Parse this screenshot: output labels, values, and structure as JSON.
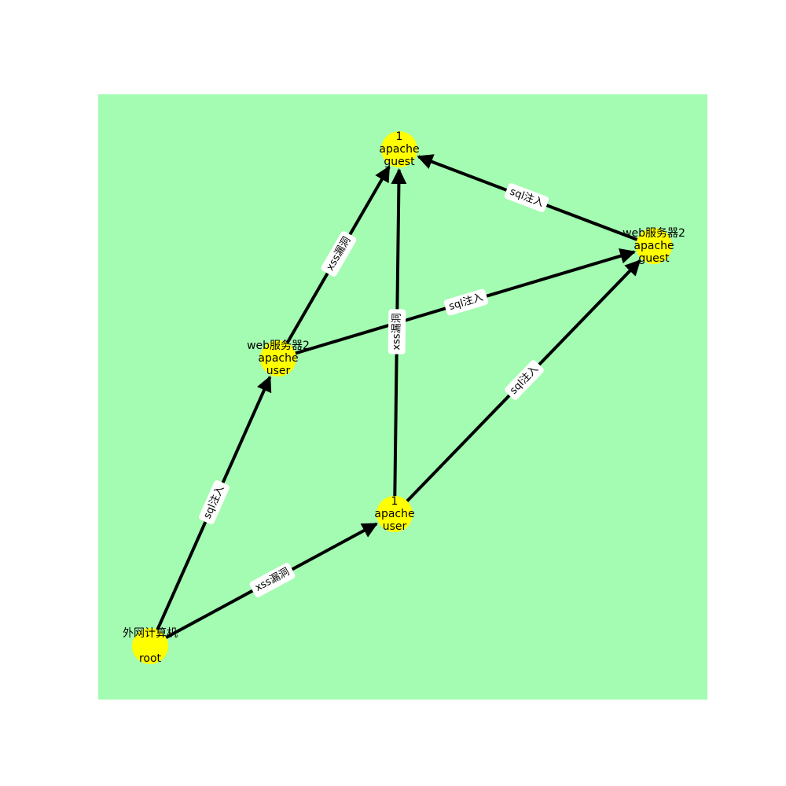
{
  "graph": {
    "colors": {
      "background": "#a3fcb1",
      "node": "#ffff00",
      "edge": "#000000",
      "label_box": "#ffffff"
    },
    "nodes": [
      {
        "id": "n1",
        "lines": [
          "外网计算机",
          "",
          "root"
        ]
      },
      {
        "id": "n2",
        "lines": [
          "1",
          "apache",
          "user"
        ]
      },
      {
        "id": "n3",
        "lines": [
          "web服务器2",
          "apache",
          "user"
        ]
      },
      {
        "id": "n4",
        "lines": [
          "1",
          "apache",
          "guest"
        ]
      },
      {
        "id": "n5",
        "lines": [
          "web服务器2",
          "apache",
          "guest"
        ]
      }
    ],
    "edges": [
      {
        "id": "e1",
        "source": "n1",
        "target": "n3",
        "label": "sql注入"
      },
      {
        "id": "e2",
        "source": "n1",
        "target": "n2",
        "label": "xss漏洞"
      },
      {
        "id": "e3",
        "source": "n3",
        "target": "n4",
        "label": "xss漏洞"
      },
      {
        "id": "e4",
        "source": "n3",
        "target": "n5",
        "label": "sql注入"
      },
      {
        "id": "e5",
        "source": "n2",
        "target": "n4",
        "label": "xss漏洞"
      },
      {
        "id": "e6",
        "source": "n2",
        "target": "n5",
        "label": "sql注入"
      },
      {
        "id": "e7",
        "source": "n5",
        "target": "n4",
        "label": "sql注入"
      }
    ]
  }
}
